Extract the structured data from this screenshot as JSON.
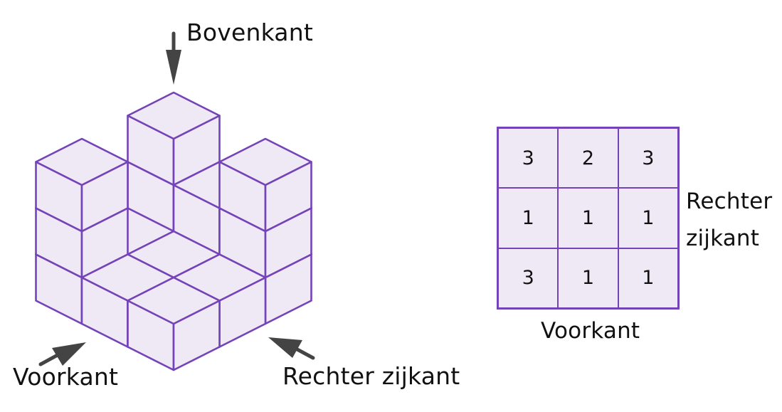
{
  "colors": {
    "cube_fill": "#efe9f6",
    "cube_stroke": "#7443b8",
    "arrow": "#444444",
    "text": "#111111"
  },
  "iso_figure": {
    "labels": {
      "top": "Bovenkant",
      "front": "Voorkant",
      "right": "Rechter zijkant"
    },
    "height_map_top_view": [
      [
        3,
        2,
        3
      ],
      [
        1,
        1,
        1
      ],
      [
        3,
        1,
        1
      ]
    ]
  },
  "top_view_grid": {
    "rows": [
      [
        "3",
        "2",
        "3"
      ],
      [
        "1",
        "1",
        "1"
      ],
      [
        "3",
        "1",
        "1"
      ]
    ],
    "label_bottom": "Voorkant",
    "label_right_line1": "Rechter",
    "label_right_line2": "zijkant"
  }
}
